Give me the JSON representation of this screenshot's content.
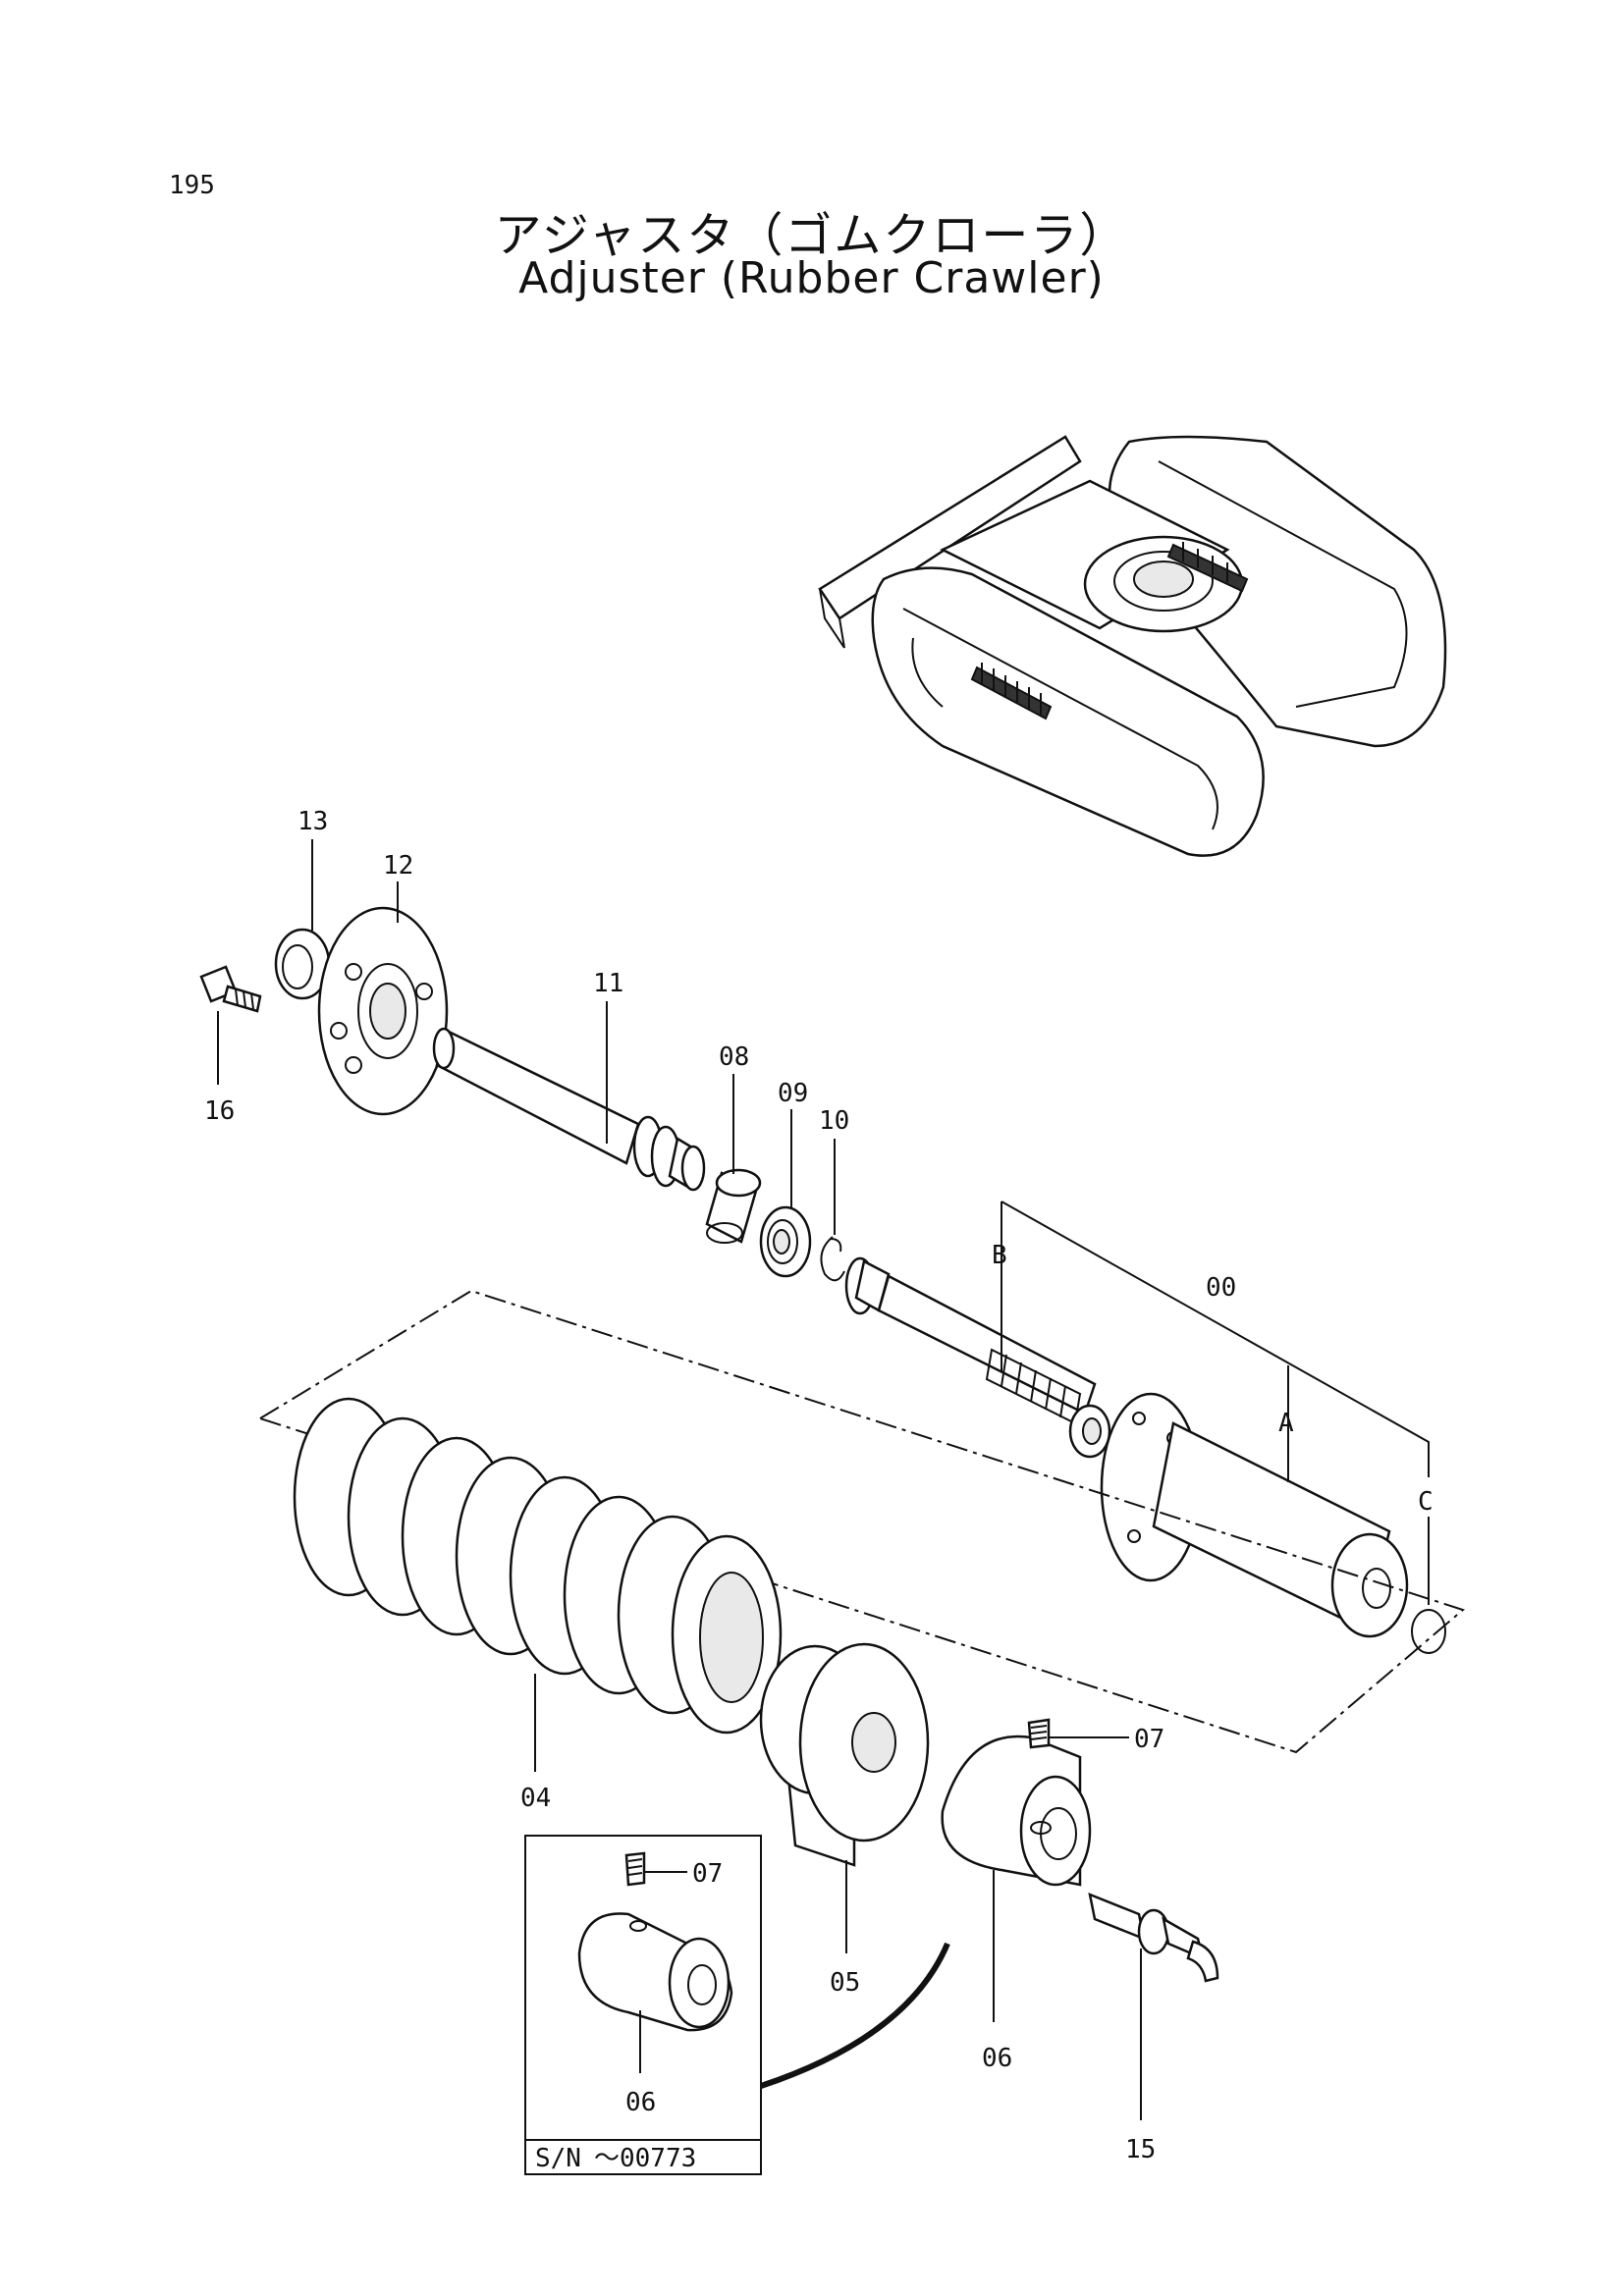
{
  "page_number": "195",
  "title_jp": "アジャスタ（ゴムクローラ）",
  "title_en": "Adjuster (Rubber Crawler)",
  "callouts": {
    "p00": "00",
    "p04": "04",
    "p05": "05",
    "p06": "06",
    "p07": "07",
    "p08": "08",
    "p09": "09",
    "p10": "10",
    "p11": "11",
    "p12": "12",
    "p13": "13",
    "p15": "15",
    "p16": "16",
    "a": "A",
    "b": "B",
    "c": "C"
  },
  "inset": {
    "p06": "06",
    "p07": "07",
    "serial_label": "S/N",
    "serial_range": "～00773"
  }
}
